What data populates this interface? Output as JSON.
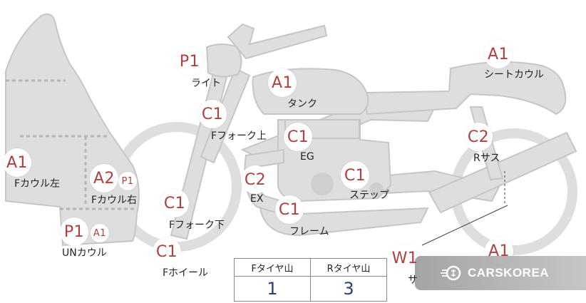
{
  "parts": [
    {
      "id": "light",
      "code": "P1",
      "label": "ライト"
    },
    {
      "id": "tank",
      "code": "A1",
      "label": "タンク"
    },
    {
      "id": "seat-cowl",
      "code": "A1",
      "label": "シートカウル"
    },
    {
      "id": "f-fork-upper",
      "code": "C1",
      "label": "Fフォーク上"
    },
    {
      "id": "eg",
      "code": "C1",
      "label": "EG"
    },
    {
      "id": "r-sus",
      "code": "C2",
      "label": "Rサス"
    },
    {
      "id": "f-cowl-left",
      "code": "A1",
      "label": "Fカウル左"
    },
    {
      "id": "f-cowl-right",
      "code": "A2",
      "code2": "P1",
      "label": "Fカウル右"
    },
    {
      "id": "ex",
      "code": "C2",
      "label": "EX"
    },
    {
      "id": "step",
      "code": "C1",
      "label": "ステップ"
    },
    {
      "id": "f-fork-lower",
      "code": "C1",
      "label": "Fフォーク下"
    },
    {
      "id": "frame",
      "code": "C1",
      "label": "フレーム"
    },
    {
      "id": "un-cowl",
      "code": "P1",
      "code2": "A1",
      "label": "UNカウル"
    },
    {
      "id": "f-wheel",
      "code": "C1",
      "label": "Fホイール"
    },
    {
      "id": "silencer",
      "code": "W1",
      "label": "サ"
    },
    {
      "id": "r-wheel",
      "code": "A1",
      "label": ""
    }
  ],
  "tire_table": {
    "headers": [
      "Fタイヤ山",
      "Rタイヤ山"
    ],
    "values": [
      "1",
      "3"
    ]
  },
  "watermark": {
    "text": "CARSKOREA",
    "icon": "carskorea-logo-icon"
  }
}
